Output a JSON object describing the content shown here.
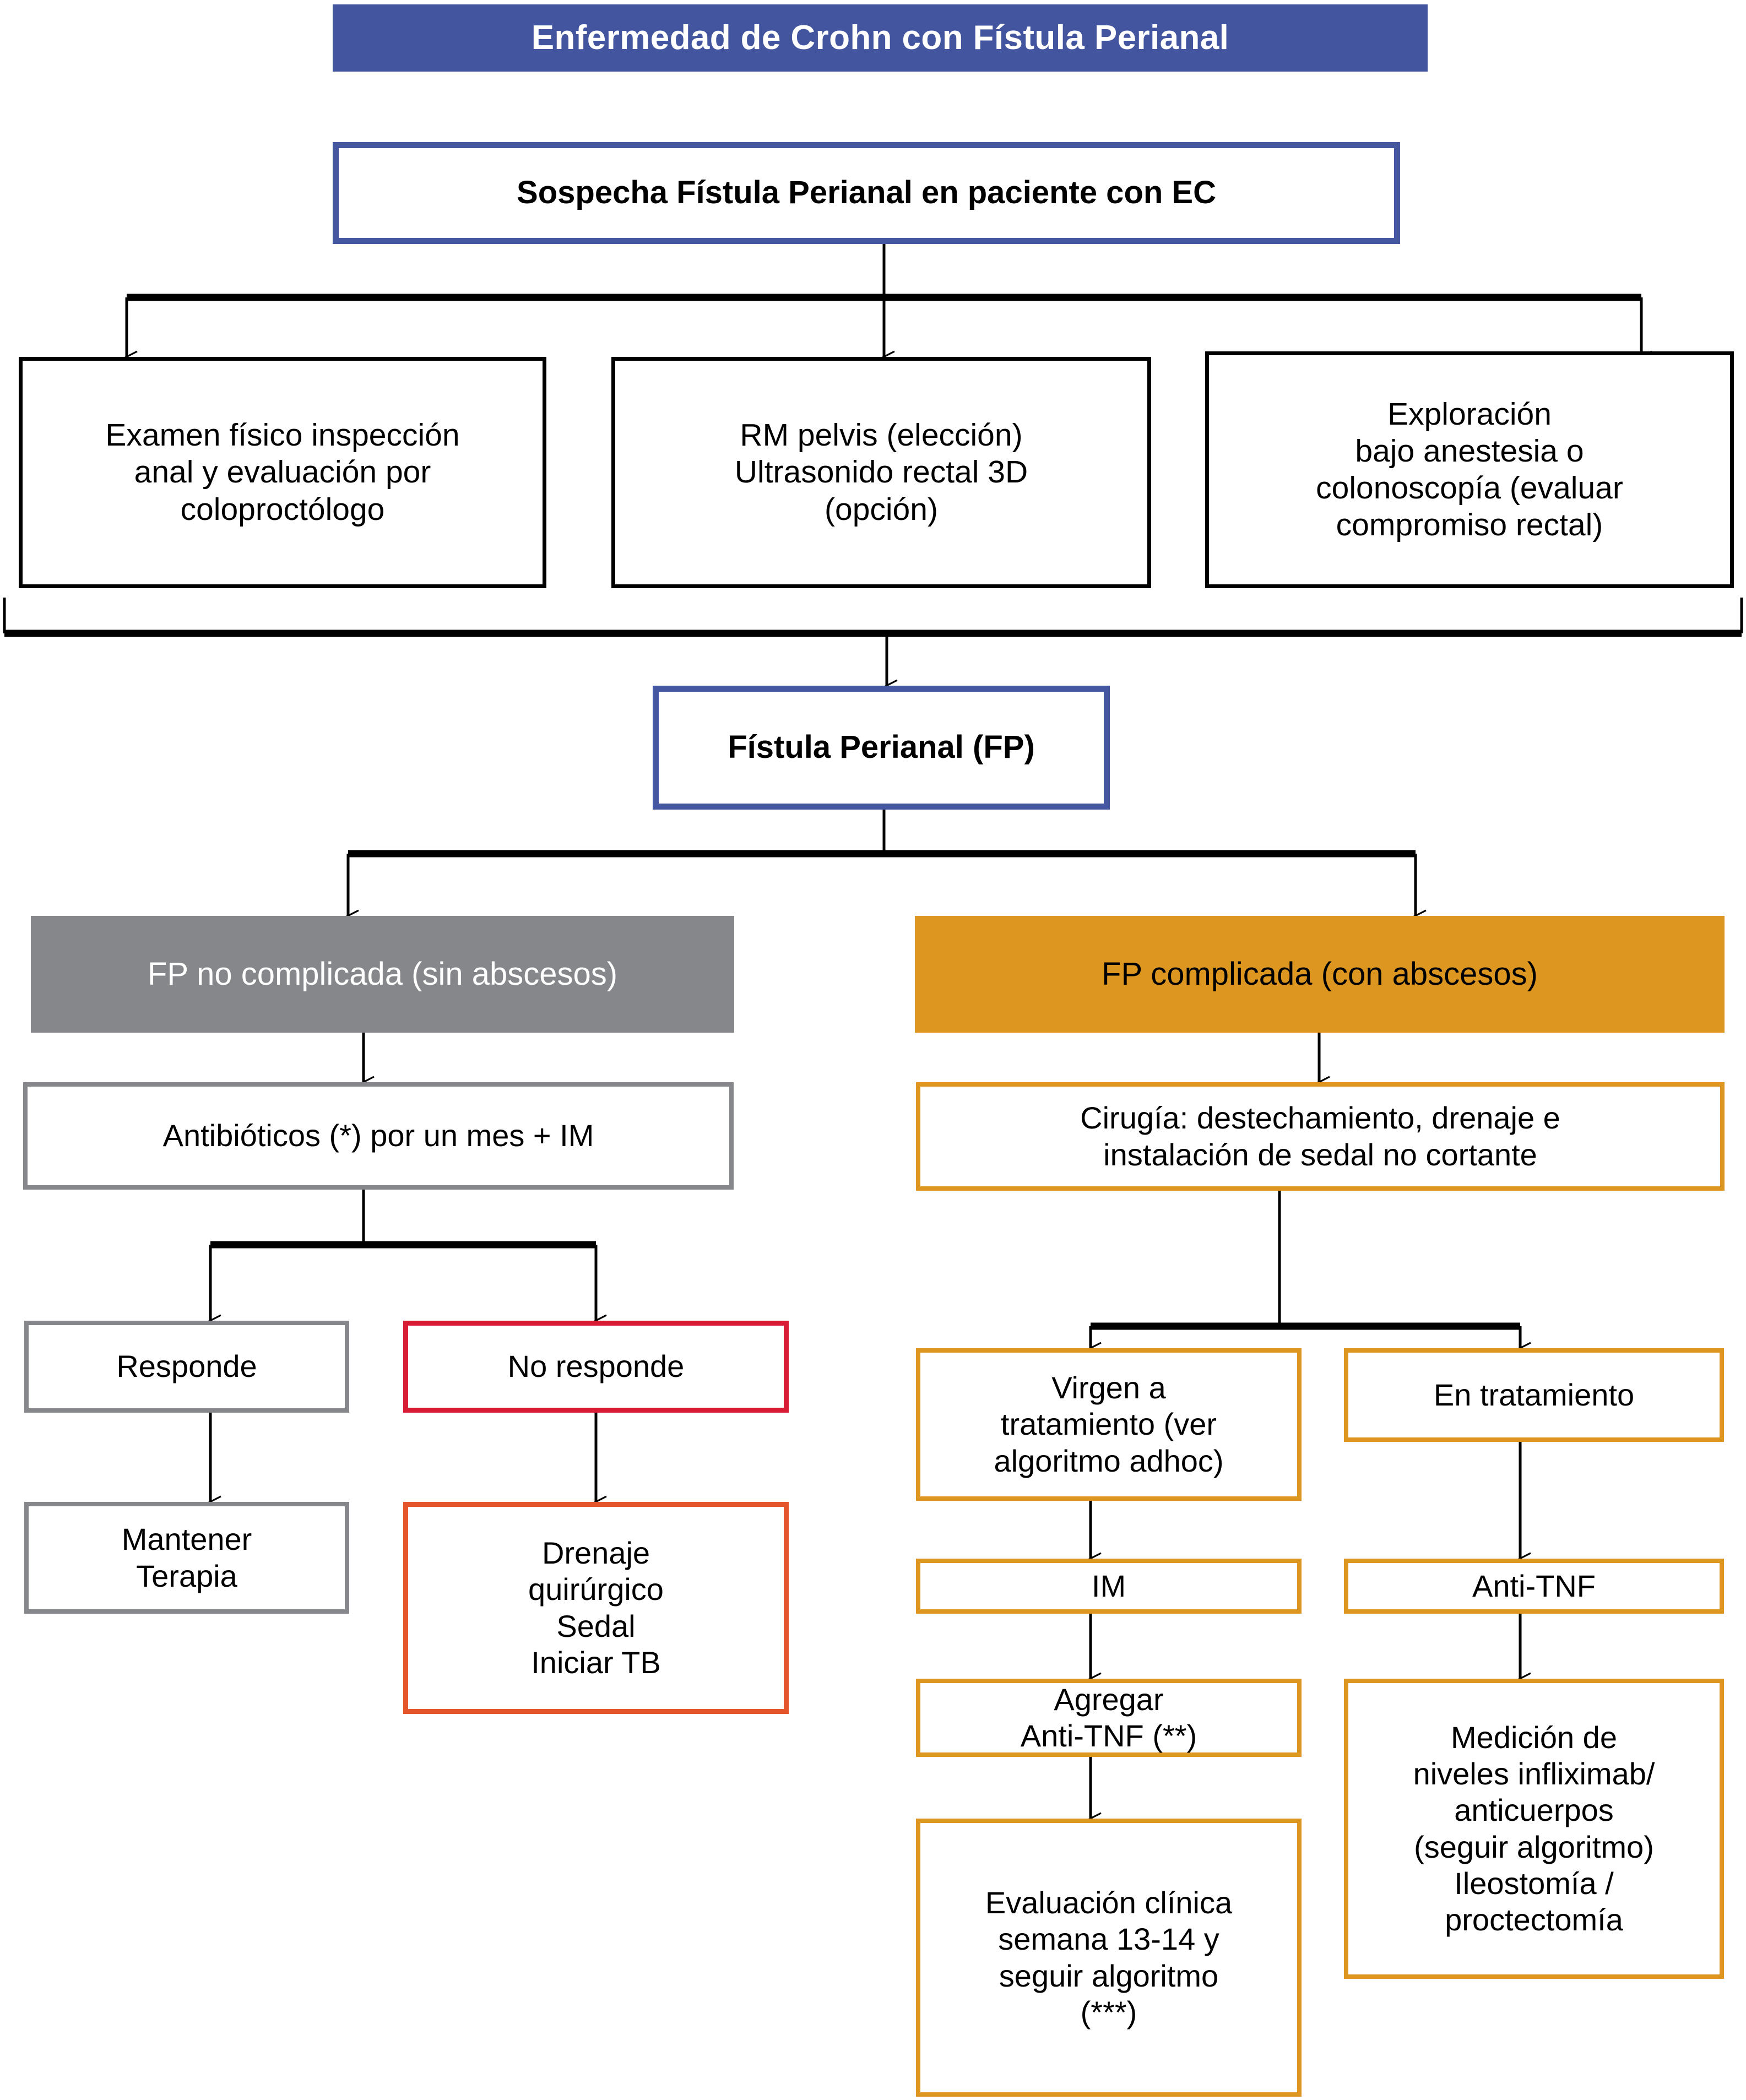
{
  "diagram": {
    "title": "Enfermedad de Crohn con Fístula Perianal",
    "language": "es",
    "colors": {
      "title_bg": "#43559e",
      "blue_border": "#4457a0",
      "gray_fill": "#85878a",
      "orange_fill": "#dd9720",
      "orange_border": "#dd9720",
      "gray_border": "#85878a",
      "crimson_border": "#d91c36",
      "red_orange_border": "#e4552c",
      "black": "#000000",
      "white": "#ffffff"
    }
  },
  "nodes": {
    "title": "Enfermedad de Crohn con Fístula Perianal",
    "suspicion": "Sospecha Fístula Perianal en paciente con EC",
    "dx_physical": "Examen físico inspección\nanal y  evaluación por\ncoloproctólogo",
    "dx_imaging": "RM pelvis (elección)\nUltrasonido rectal 3D\n(opción)",
    "dx_exploration": "Exploración\nbajo anestesia o\ncolonoscopía (evaluar\ncompromiso rectal)",
    "fistula": "Fístula Perianal (FP)",
    "branch_uncomplicated": "FP no complicada (sin abscesos)",
    "branch_complicated": "FP complicada (con abscesos)",
    "antibiotics": "Antibióticos (*) por un mes + IM",
    "responds": "Responde",
    "no_responds": "No responde",
    "maintain_therapy": "Mantener\nTerapia",
    "surgical_drainage": "Drenaje\nquirúrgico\nSedal\nIniciar TB",
    "surgery": "Cirugía: destechamiento, drenaje e\ninstalación de sedal no cortante",
    "naive": "Virgen a\ntratamiento (ver\nalgoritmo adhoc)",
    "on_treatment": "En tratamiento",
    "im": "IM",
    "anti_tnf": "Anti-TNF",
    "add_anti_tnf": "Agregar\nAnti-TNF (**)",
    "levels_measurement": "Medición de\nniveles infliximab/\nanticuerpos\n(seguir algoritmo)\nIleostomía /\nproctectomía",
    "clinical_eval": "Evaluación clínica\nsemana 13-14 y\nseguir algoritmo\n(***)"
  }
}
